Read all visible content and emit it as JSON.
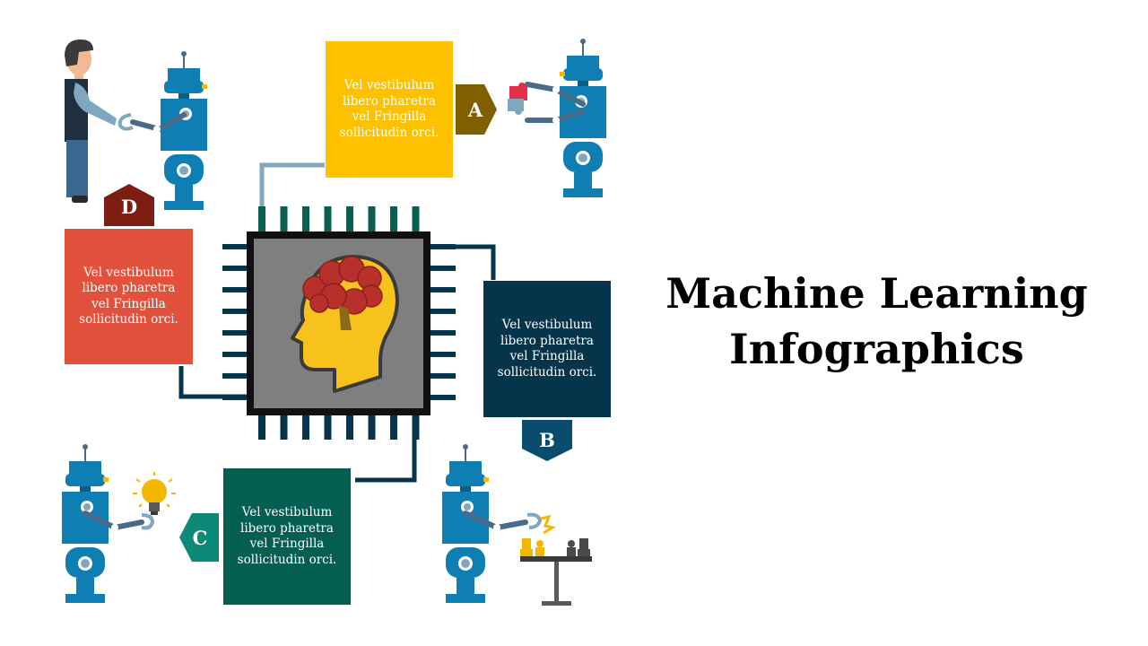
{
  "title": {
    "line1": "Machine Learning",
    "line2": "Infographics"
  },
  "colors": {
    "robot": "#0f7fb3",
    "robot_dark": "#0a5f87",
    "arm": "#4a6a8a",
    "chip_body": "#7f7f7f",
    "chip_frame": "#111111",
    "pin": "#0b5e50",
    "head": "#f7c21b",
    "brain": "#b8302b",
    "box_a": "#fdc100",
    "box_b": "#06344a",
    "box_c": "#045e51",
    "box_d": "#e1513c",
    "tag_a": "#7f5f00",
    "tag_b": "#0a4c6d",
    "tag_c": "#0d8a77",
    "tag_d": "#7c1d12"
  },
  "items": [
    {
      "letter": "A",
      "text": [
        "Vel vestibulum",
        "libero pharetra",
        "vel Fringilla",
        "sollicitudin orci."
      ]
    },
    {
      "letter": "B",
      "text": [
        "Vel vestibulum",
        "libero pharetra",
        "vel Fringilla",
        "sollicitudin orci."
      ]
    },
    {
      "letter": "C",
      "text": [
        "Vel vestibulum",
        "libero pharetra",
        "vel Fringilla",
        "sollicitudin orci."
      ]
    },
    {
      "letter": "D",
      "text": [
        "Vel vestibulum",
        "libero pharetra",
        "vel Fringilla",
        "sollicitudin orci."
      ]
    }
  ],
  "icons": [
    "human-figure-icon",
    "robot-icon",
    "puzzle-piece-icon",
    "light-bulb-icon",
    "chess-pieces-icon",
    "brain-head-icon",
    "microchip-icon"
  ]
}
